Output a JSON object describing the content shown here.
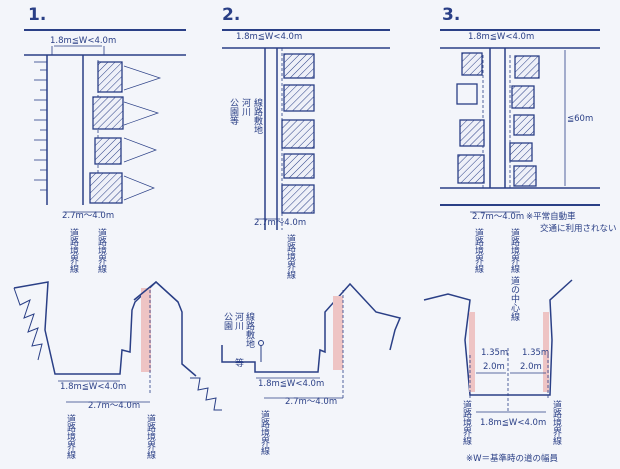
{
  "figures": [
    {
      "number": "1.",
      "width_range": "1.8m≦W<4.0m",
      "setback_range": "2.7m～4.0m",
      "boundary_label": "道路境界線",
      "boundary_label_2": "道路境界線"
    },
    {
      "number": "2.",
      "width_range": "1.8m≦W<4.0m",
      "setback_range": "2.7m～4.0m",
      "boundary_label": "道路境界線",
      "side_label": "公河線等園川路敷地",
      "side_col1": "公園等",
      "side_col2": "河川",
      "side_col3": "線路敷地"
    },
    {
      "number": "3.",
      "width_range": "1.8m≦W<4.0m",
      "setback_range": "2.7m～4.0m",
      "length_label": "≦60m",
      "note": "※平常自動車交通に利用されない",
      "note_line1": "※平常自動車",
      "note_line2": "交通に利用されない",
      "boundary_label": "道路境界線",
      "boundary_label_2": "道路境界線"
    }
  ],
  "sections": [
    {
      "width_range": "1.8m≦W<4.0m",
      "setback_range": "2.7m～4.0m",
      "boundary_label": "道路境界線",
      "boundary_label_2": "道路境界線"
    },
    {
      "width_range": "1.8m≦W<4.0m",
      "setback_range": "2.7m～4.0m",
      "boundary_label": "道路境界線",
      "side_col1": "公園",
      "side_col2": "河川",
      "side_col3": "線路敷地",
      "side_col4": "等"
    },
    {
      "width_range": "1.8m≦W<4.0m",
      "center_label": "道の中心線",
      "half_left": "1.35m",
      "half_right": "1.35m",
      "two_left": "2.0m",
      "two_right": "2.0m",
      "boundary_label": "道路境界線",
      "boundary_label_2": "道路境界線",
      "footnote": "※W＝基準時の道の幅員"
    }
  ],
  "colors": {
    "ink": "#2a3f86",
    "setback": "#eec4c4",
    "background": "#f3f5fa"
  }
}
